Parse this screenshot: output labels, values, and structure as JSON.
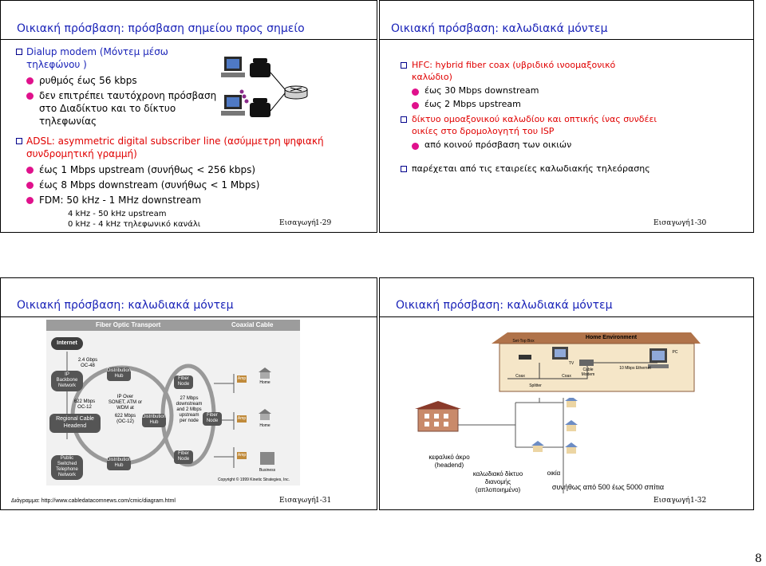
{
  "slides": {
    "s1": {
      "title": "Οικιακή πρόσβαση: πρόσβαση σημείου προς σημείο",
      "b1": "Dialup modem (Μόντεμ μέσω",
      "b1b": "τηλεφώνου )",
      "b1a": "ρυθμός έως 56 kbps",
      "b1b1": "δεν επιτρέπει ταυτόχρονη πρόσβαση",
      "b1b2": "στο Διαδίκτυο και το δίκτυο",
      "b1b3": "τηλεφωνίας",
      "b2a": "ADSL: asymmetric digital subscriber line (ασύμμετρη ψηφιακή",
      "b2b": "συνδρομητική γραμμή)",
      "b2s1": "έως 1 Mbps upstream (συνήθως < 256 kbps)",
      "b2s2": "έως 8 Mbps downstream (συνήθως < 1 Mbps)",
      "b2s3": "FDM: 50 kHz - 1 MHz downstream",
      "b2s4": "4 kHz - 50 kHz upstream",
      "b2s5": "0 kHz - 4 kHz τηλεφωνικό κανάλι",
      "footer_label": "Εισαγωγή",
      "footer_num": "1-29"
    },
    "s2": {
      "title": "Οικιακή πρόσβαση: καλωδιακά μόντεμ",
      "b1a": "HFC: hybrid fiber coax (υβριδικό ινοομαξονικό",
      "b1b": "καλώδιο)",
      "b1s1": "έως 30 Mbps downstream",
      "b1s2": "έως 2 Mbps upstream",
      "b2a": "δίκτυο ομοαξονικού καλωδίου και οπτικής ίνας συνδέει",
      "b2b": "οικίες στο δρομολογητή του ISP",
      "b2s1": "από κοινού πρόσβαση των οικιών",
      "b3": "παρέχεται από τις εταιρείες καλωδιακής τηλεόρασης",
      "footer_label": "Εισαγωγή",
      "footer_num": "1-30"
    },
    "s3": {
      "title": "Οικιακή πρόσβαση: καλωδιακά μόντεμ",
      "hdr_left": "Fiber Optic Transport",
      "hdr_right": "Coaxial Cable",
      "internet": "Internet",
      "gbps": "2.4 Gbps\nOC-48",
      "ip_backbone": "IP\nBackbone\nNetwork",
      "oc12": "622 Mbps\nOC-12",
      "headend": "Regional Cable\nHeadend",
      "pstn": "Public\nSwitched\nTelephone\nNetwork",
      "dist_hub": "Distribution\nHub",
      "ip_over": "IP Over\nSONET, ATM or\nWDM at",
      "oc12b": "622 Mbps\n(OC-12)",
      "fiber_node": "Fiber\nNode",
      "mbps27": "27 Mbps\ndownstream\nand 2 Mbps\nupstream\nper node",
      "amp": "Amp",
      "home": "Home",
      "business": "Business",
      "copyright": "Copyright © 1999 Kinetic Strategies, Inc.",
      "source": "Διάγραμμα: http://www.cabledatacomnews.com/cmic/diagram.html",
      "footer_label": "Εισαγωγή",
      "footer_num": "1-31"
    },
    "s4": {
      "title": "Οικιακή πρόσβαση: καλωδιακά μόντεμ",
      "home_env": "Home Environment",
      "set_top": "Set-Top Box",
      "tv": "TV",
      "cable_modem": "Cable\nModem",
      "pc": "PC",
      "coax1": "Coax",
      "coax2": "Coax",
      "splitter": "Splitter",
      "ethernet": "10 Mbps Ethernet",
      "headend_label": "κεφαλικό άκρο\n(headend)",
      "network_label": "καλωδιακό δίκτυο\nδιανομής\n(απλοποιημένο)",
      "home_label": "οικία",
      "homes_count": "συνήθως από 500 έως 5000 σπίτια",
      "footer_label": "Εισαγωγή",
      "footer_num": "1-32"
    }
  },
  "page_number": "8"
}
